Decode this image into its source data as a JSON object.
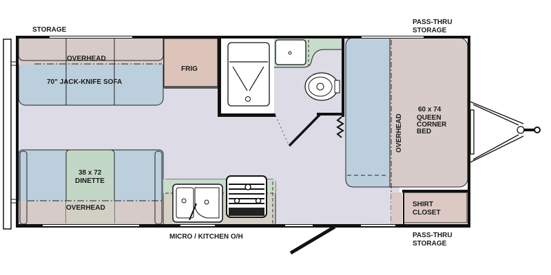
{
  "plan": {
    "labels": {
      "storage_top_left": "STORAGE",
      "pass_thru_top_line1": "PASS-THRU",
      "pass_thru_top_line2": "STORAGE",
      "overhead_sofa": "OVERHEAD",
      "sofa": "70\" JACK-KNIFE SOFA",
      "frig": "FRIG",
      "dinette_size": "38 x 72",
      "dinette": "DINETTE",
      "overhead_dinette": "OVERHEAD",
      "kitchen_oh": "MICRO / KITCHEN O/H",
      "overhead_bed": "OVERHEAD",
      "bed_size": "60 x 74",
      "bed_line1": "QUEEN",
      "bed_line2": "CORNER",
      "bed_line3": "BED",
      "closet_line1": "SHIRT",
      "closet_line2": "CLOSET",
      "pass_thru_bottom_line1": "PASS-THRU",
      "pass_thru_bottom_line2": "STORAGE"
    },
    "colors": {
      "floor": "#dcdbe6",
      "sofa_blue": "#bccfdc",
      "overhead_tan": "#d6cbc8",
      "frig": "#dcc4bb",
      "dinette_green": "#c3d7c7",
      "counter_green": "#c7dccb",
      "bed_tan": "#d8ccca",
      "closet": "#dcc9c4",
      "wall": "#111111"
    }
  }
}
